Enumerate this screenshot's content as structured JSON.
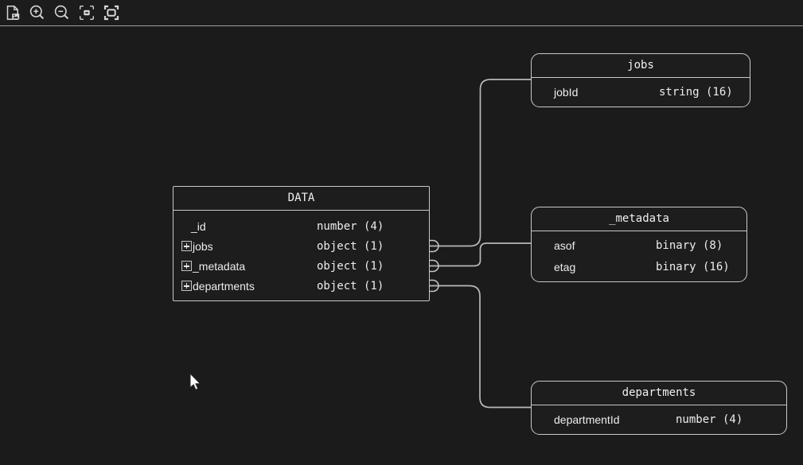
{
  "toolbar": {
    "buttons": [
      {
        "name": "export-image",
        "icon": "document-image-icon"
      },
      {
        "name": "zoom-in",
        "icon": "magnifier-plus-icon"
      },
      {
        "name": "zoom-out",
        "icon": "magnifier-minus-icon"
      },
      {
        "name": "zoom-actual-size",
        "icon": "frame-dash-icon"
      },
      {
        "name": "fit-to-screen",
        "icon": "frame-rect-icon"
      }
    ]
  },
  "diagram": {
    "tables": [
      {
        "id": "data",
        "title": "DATA",
        "fields": [
          {
            "name": "_id",
            "type": "number (4)",
            "expandable": false
          },
          {
            "name": "jobs",
            "type": "object (1)",
            "expandable": true
          },
          {
            "name": "_metadata",
            "type": "object (1)",
            "expandable": true
          },
          {
            "name": "departments",
            "type": "object (1)",
            "expandable": true
          }
        ]
      },
      {
        "id": "jobs",
        "title": "jobs",
        "fields": [
          {
            "name": "jobId",
            "type": "string (16)"
          }
        ]
      },
      {
        "id": "_metadata",
        "title": "_metadata",
        "fields": [
          {
            "name": "asof",
            "type": "binary (8)"
          },
          {
            "name": "etag",
            "type": "binary (16)"
          }
        ]
      },
      {
        "id": "departments",
        "title": "departments",
        "fields": [
          {
            "name": "departmentId",
            "type": "number (4)"
          }
        ]
      }
    ],
    "connections": [
      {
        "from": "DATA.jobs",
        "to": "jobs"
      },
      {
        "from": "DATA._metadata",
        "to": "_metadata"
      },
      {
        "from": "DATA.departments",
        "to": "departments"
      }
    ],
    "colors": {
      "background": "#1b1b1b",
      "table_border": "#c9c9c9",
      "connector": "#b8b8b8",
      "text": "#ececec"
    }
  }
}
